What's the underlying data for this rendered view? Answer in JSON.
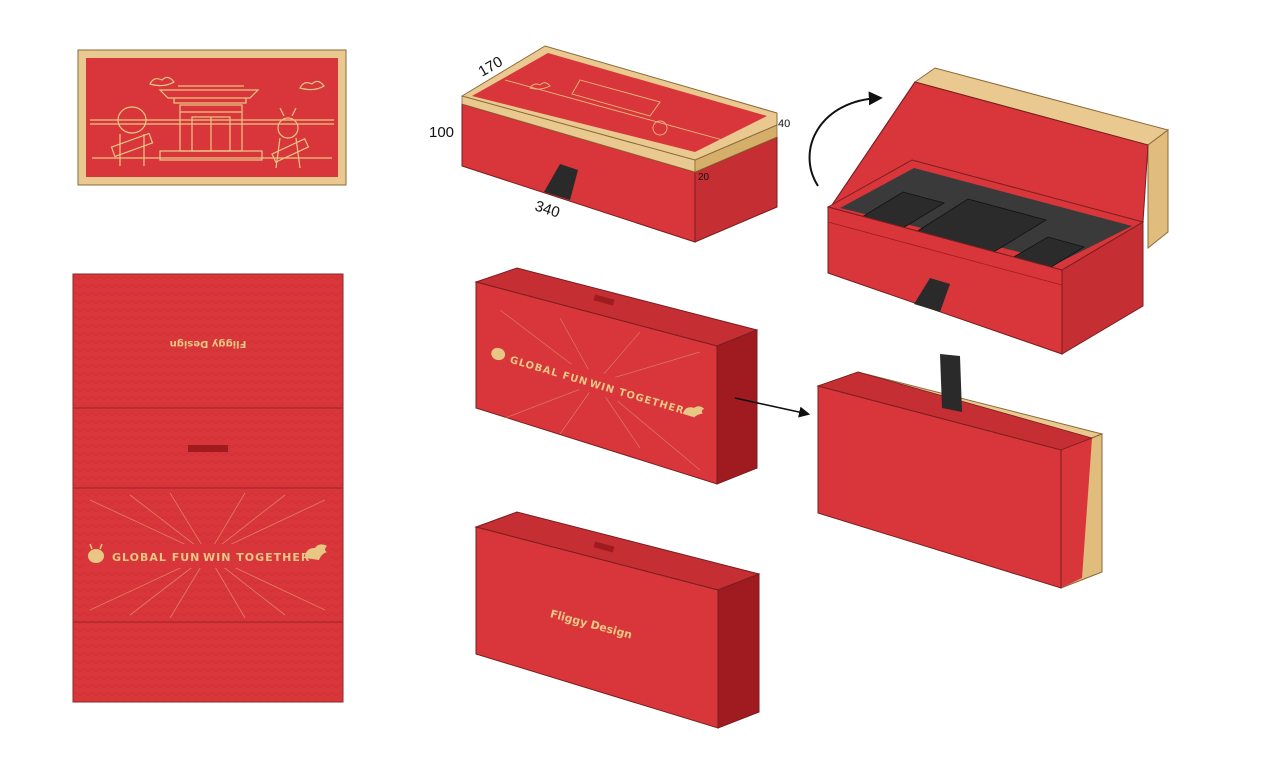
{
  "colors": {
    "red": "#d8363a",
    "red_dark": "#b21f24",
    "red_deep": "#a01b1f",
    "kraft": "#e9c98f",
    "kraft_dark": "#d5ae6a",
    "gold_line": "#e8c785",
    "tray_dark": "#3a3a3a",
    "tray_mid": "#2b2b2b",
    "strap": "#2a2a2a",
    "arrow": "#111111"
  },
  "dimensions": {
    "width": "170",
    "height": "100",
    "length": "340",
    "lid_depth": "40",
    "lid_lip": "20"
  },
  "slogan": {
    "left": "GLOBAL FUN",
    "right": "WIN TOGETHER"
  },
  "brand": {
    "name": "Fliggy Design"
  },
  "icons": {
    "rotate_arrow": "curved-arrow-icon",
    "slide_arrow": "straight-arrow-icon",
    "mascot": "mascot-pig-icon",
    "cloud": "cloud-icon"
  }
}
